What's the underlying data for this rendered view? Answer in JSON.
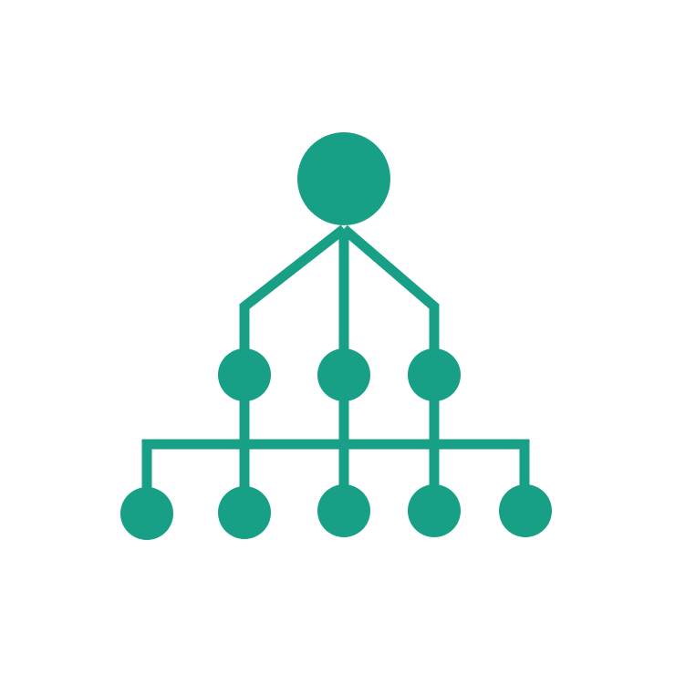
{
  "icon": {
    "name": "hierarchy-tree-icon",
    "color": "#17a085",
    "background": "#ffffff"
  },
  "diagram": {
    "nodes": [
      {
        "id": "root",
        "tier": "top"
      },
      {
        "id": "mid-1",
        "tier": "middle"
      },
      {
        "id": "mid-2",
        "tier": "middle"
      },
      {
        "id": "mid-3",
        "tier": "middle"
      },
      {
        "id": "leaf-1",
        "tier": "bottom"
      },
      {
        "id": "leaf-2",
        "tier": "bottom"
      },
      {
        "id": "leaf-3",
        "tier": "bottom"
      },
      {
        "id": "leaf-4",
        "tier": "bottom"
      },
      {
        "id": "leaf-5",
        "tier": "bottom"
      }
    ],
    "edges": [
      {
        "from": "root",
        "to": "mid-1"
      },
      {
        "from": "root",
        "to": "mid-2"
      },
      {
        "from": "root",
        "to": "mid-3"
      },
      {
        "from": "mid-1",
        "to": "leaf-2"
      },
      {
        "from": "mid-2",
        "to": "leaf-3"
      },
      {
        "from": "mid-3",
        "to": "leaf-4"
      },
      {
        "from": "bus",
        "to": "leaf-1"
      },
      {
        "from": "bus",
        "to": "leaf-5"
      }
    ]
  }
}
